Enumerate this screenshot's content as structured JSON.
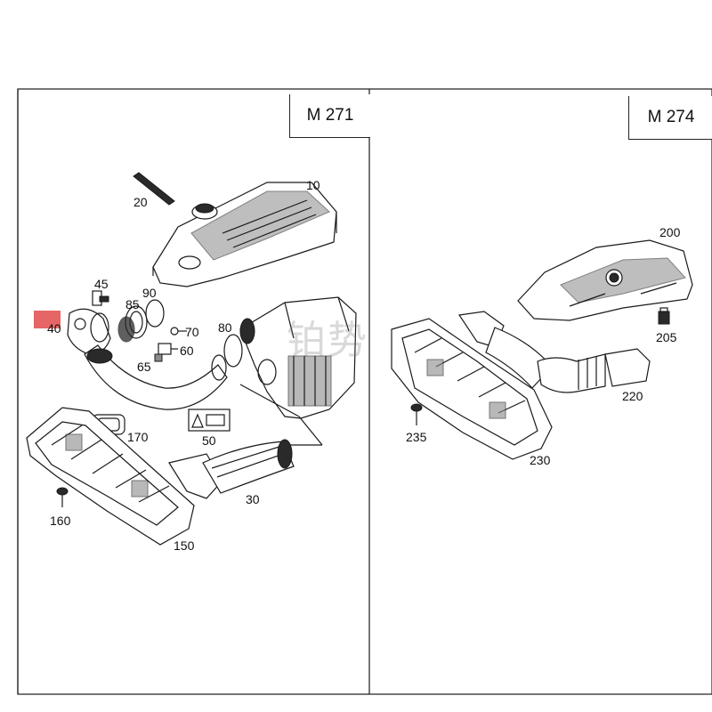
{
  "panels": {
    "left": {
      "engine": "M 271"
    },
    "right": {
      "engine": "M 274"
    }
  },
  "callouts": {
    "p10": "10",
    "p20": "20",
    "p45": "45",
    "p85": "85",
    "p90": "90",
    "p40": "40",
    "p70": "70",
    "p60": "60",
    "p65": "65",
    "p80": "80",
    "p170": "170",
    "p50": "50",
    "p30": "30",
    "p160": "160",
    "p150": "150",
    "p200": "200",
    "p205": "205",
    "p220": "220",
    "p235": "235",
    "p230": "230"
  },
  "watermark": "铂势",
  "highlight_color": "#e24a4a"
}
